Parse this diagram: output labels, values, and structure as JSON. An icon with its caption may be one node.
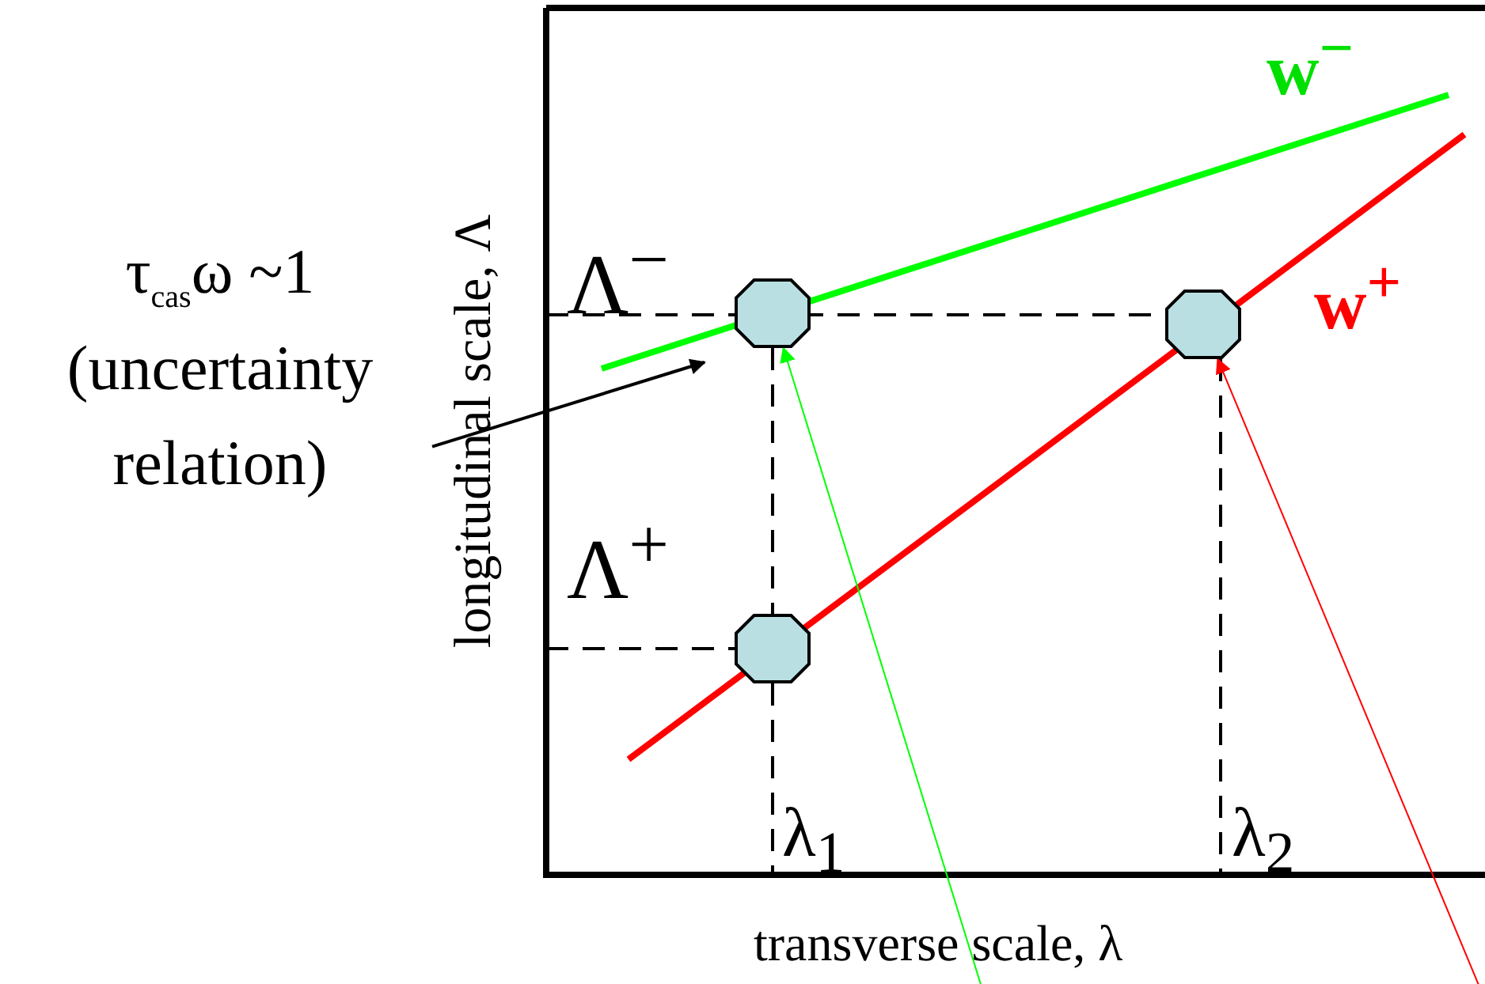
{
  "diagram": {
    "nodes": [
      {
        "text": [
          "τ$_{cas}$ω ~1",
          "(uncertainty relation)"
        ]
      },
      {
        "text": [],
        "shape": "octagon"
      },
      {
        "text": [],
        "shape": "octagon"
      },
      {
        "text": [],
        "shape": "octagon"
      }
    ],
    "edges": [
      {
        "from": 0,
        "to": null,
        "arrow": "to"
      },
      {
        "from": null,
        "to": 1,
        "arrow": "to",
        "color": "#00ff00"
      },
      {
        "from": null,
        "to": 2,
        "arrow": "to",
        "color": "#ff0000"
      }
    ],
    "labels": [
      "w$^{−}$",
      "Λ$^{−}$",
      "w$^{+}$",
      "Λ$^{+}$",
      "longitudinal scale, Λ",
      "λ$_{1}$",
      "λ$_{2}$",
      "transverse scale, λ"
    ]
  }
}
